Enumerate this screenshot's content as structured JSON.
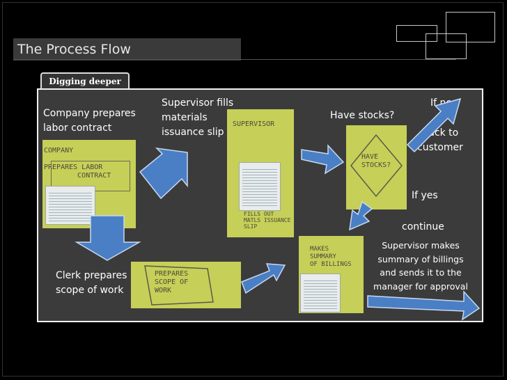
{
  "slide": {
    "title": "The Process Flow",
    "tag": "Digging deeper"
  },
  "steps": {
    "company": "Company prepares\nlabor contract",
    "supervisor": "Supervisor fills\nmaterials\nissuance slip",
    "have_stocks": "Have stocks?",
    "if_no": "If no",
    "back_to_customer": "Back to\ncustomer",
    "if_yes": "If yes",
    "continue": "continue",
    "summary": "Supervisor makes\nsummary of billings\nand sends it to the\nmanager for approval",
    "clerk": "Clerk prepares\nscope of work"
  },
  "photos": {
    "company": "COMPANY\n\nPREPARES LABOR\n        CONTRACT",
    "supervisor": "SUPERVISOR",
    "supervisor_bottom": "FILLS OUT\nMATLS ISSUANCE\nSLIP",
    "stocks": "HAVE\nSTOCKS?",
    "summary": "MAKES\nSUMMARY\nOF BILLINGS",
    "clerk": "PREPARES\nSCOPE OF\nWORK"
  },
  "colors": {
    "arrow_fill": "#4a7fc6",
    "arrow_stroke": "#c9d9ee",
    "photo": "#c6cf58",
    "panel": "#3b3b3b"
  }
}
